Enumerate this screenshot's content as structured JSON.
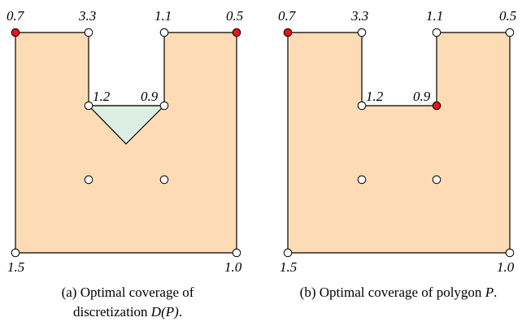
{
  "panels": [
    {
      "id": "a",
      "caption_line1": "(a) Optimal coverage of",
      "caption_line2_prefix": "discretization ",
      "caption_line2_italic": "D(P)",
      "caption_line2_suffix": ".",
      "vertex_labels": {
        "top_left": "0.7",
        "top_notch_left": "3.3",
        "top_notch_right": "1.1",
        "top_right": "0.5",
        "notch_bottom_left": "1.2",
        "notch_bottom_right": "0.9",
        "bottom_left": "1.5",
        "bottom_right": "1.0"
      },
      "red_vertices": [
        "top_left",
        "top_right"
      ],
      "has_triangle": true
    },
    {
      "id": "b",
      "caption_line1_prefix": "(b) Optimal coverage of polygon ",
      "caption_line1_italic": "P",
      "caption_line1_suffix": ".",
      "vertex_labels": {
        "top_left": "0.7",
        "top_notch_left": "3.3",
        "top_notch_right": "1.1",
        "top_right": "0.5",
        "notch_bottom_left": "1.2",
        "notch_bottom_right": "0.9",
        "bottom_left": "1.5",
        "bottom_right": "1.0"
      },
      "red_vertices": [
        "top_left",
        "notch_bottom_right"
      ],
      "has_triangle": false
    }
  ],
  "colors": {
    "polygon_fill": "#FDDCB5",
    "triangle_fill": "#DDEFE2",
    "red_vertex": "#E8141B",
    "white_vertex": "#FFFFFF",
    "stroke": "#000000"
  }
}
